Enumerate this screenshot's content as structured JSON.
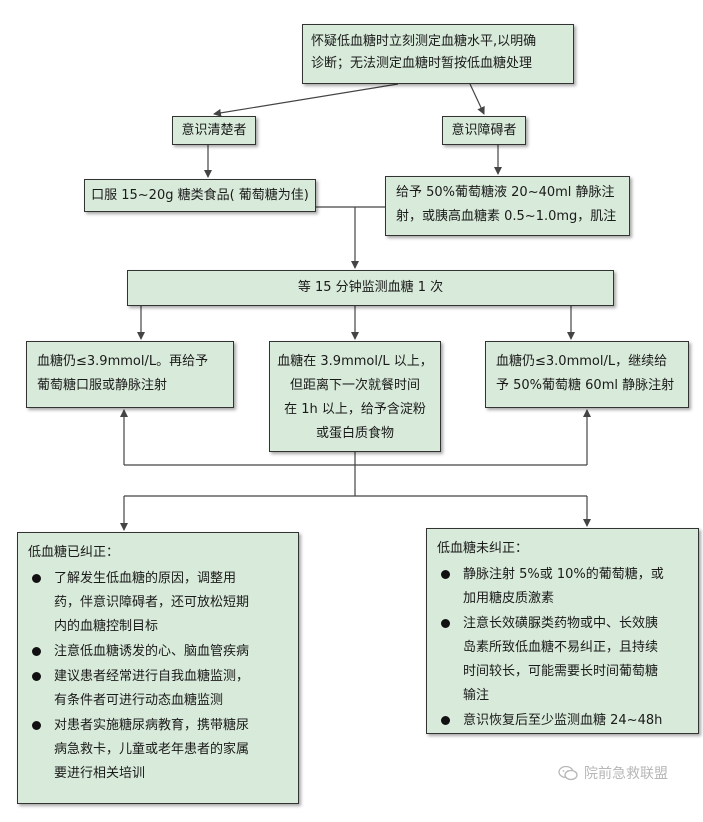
{
  "top": {
    "line1": "怀疑低血糖时立刻测定血糖水平,以明确",
    "line2": "诊断；无法测定血糖时暂按低血糖处理"
  },
  "conscious": {
    "label": "意识清楚者"
  },
  "unconscious": {
    "label": "意识障碍者"
  },
  "oral": {
    "text": "口服 15~20g 糖类食品( 葡萄糖为佳)"
  },
  "iv": {
    "line1": "给予 50%葡萄糖液 20~40ml 静脉注",
    "line2": "射，或胰高血糖素 0.5~1.0mg，肌注"
  },
  "wait": {
    "text": "等 15 分钟监测血糖 1 次"
  },
  "result_low": {
    "line1": "血糖仍≤3.9mmol/L。再给予",
    "line2": "葡萄糖口服或静脉注射"
  },
  "result_mid": {
    "line1": "血糖在 3.9mmol/L 以上，",
    "line2": "但距离下一次就餐时间",
    "line3": "在 1h 以上，给予含淀粉",
    "line4": "或蛋白质食物"
  },
  "result_very_low": {
    "line1": "血糖仍≤3.0mmol/L，继续给",
    "line2": "予 50%葡萄糖 60ml 静脉注射"
  },
  "corrected": {
    "title": "低血糖已纠正：",
    "items": [
      [
        "了解发生低血糖的原因，调整用",
        "药，伴意识障碍者，还可放松短期",
        "内的血糖控制目标"
      ],
      [
        "注意低血糖诱发的心、脑血管疾病"
      ],
      [
        "建议患者经常进行自我血糖监测，",
        "有条件者可进行动态血糖监测"
      ],
      [
        "对患者实施糖尿病教育，携带糖尿",
        "病急救卡，儿童或老年患者的家属",
        "要进行相关培训"
      ]
    ]
  },
  "uncorrected": {
    "title": "低血糖未纠正：",
    "items": [
      [
        "静脉注射 5%或 10%的葡萄糖，或",
        "加用糖皮质激素"
      ],
      [
        "注意长效磺脲类药物或中、长效胰",
        "岛素所致低血糖不易纠正，且持续",
        "时间较长，可能需要长时间葡萄糖",
        "输注"
      ],
      [
        "意识恢复后至少监测血糖 24~48h"
      ]
    ]
  },
  "watermark": {
    "text": "院前急救联盟",
    "icon": "wechat-icon"
  },
  "colors": {
    "box_fill": "#d8ead9",
    "border": "#333333",
    "line": "#444444"
  }
}
